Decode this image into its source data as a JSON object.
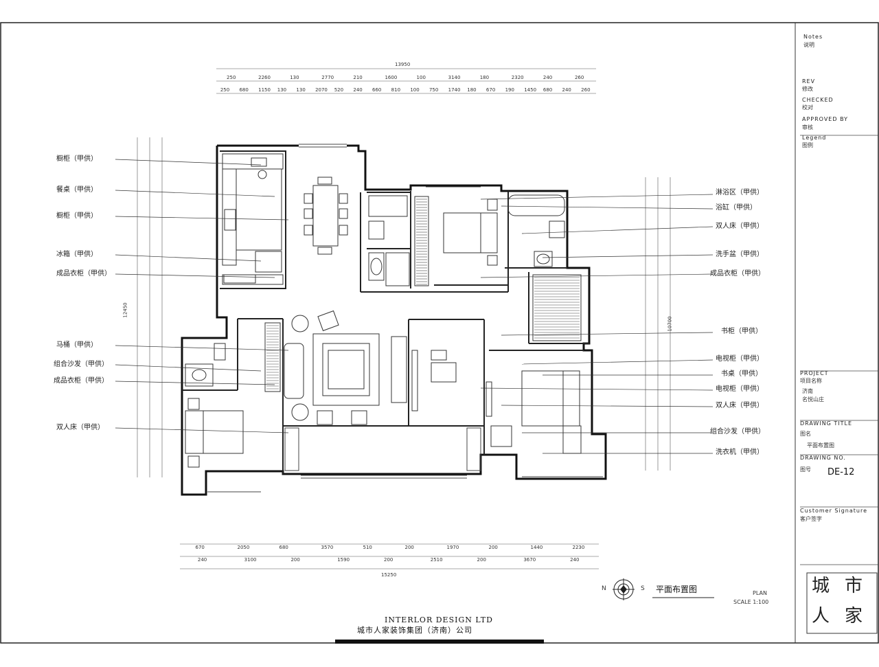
{
  "sheet": {
    "overall_top_dim": "13950",
    "overall_bottom_dim": "15250",
    "overall_left_dim": "12450",
    "overall_right_dim": "10700",
    "top_dims_row1": [
      "250",
      "2260",
      "130",
      "2770",
      "210",
      "1600",
      "100",
      "3140",
      "180",
      "2320",
      "240",
      "260"
    ],
    "top_dims_row2": [
      "250",
      "680",
      "1150",
      "130",
      "130",
      "2070",
      "520",
      "240",
      "660",
      "810",
      "100",
      "750",
      "1740",
      "180",
      "670",
      "190",
      "1450",
      "680",
      "240",
      "260"
    ],
    "bottom_dims_row1": [
      "670",
      "2050",
      "680",
      "3570",
      "510",
      "200",
      "1970",
      "200",
      "1440",
      "2230"
    ],
    "bottom_dims_row2": [
      "240",
      "3100",
      "200",
      "1590",
      "200",
      "2510",
      "200",
      "3670",
      "240"
    ]
  },
  "left_labels": [
    "橱柜（甲供）",
    "餐桌（甲供）",
    "橱柜（甲供）",
    "冰箱（甲供）",
    "成品衣柜（甲供）",
    "马桶（甲供）",
    "组合沙发（甲供）",
    "成品衣柜（甲供）",
    "双人床（甲供）"
  ],
  "right_labels": [
    "淋浴区（甲供）",
    "浴缸（甲供）",
    "双人床（甲供）",
    "洗手盆（甲供）",
    "成品衣柜（甲供）",
    "书柜（甲供）",
    "电视柜（甲供）",
    "书桌（甲供）",
    "电视柜（甲供）",
    "双人床（甲供）",
    "组合沙发（甲供）",
    "洗衣机（甲供）"
  ],
  "title_block": {
    "notes_label": "Notes",
    "notes_cn": "说明",
    "rev_label": "REV",
    "rev_cn": "修改",
    "checked_label": "CHECKED",
    "checked_cn": "校对",
    "approved_label": "APPROVED BY",
    "approved_cn": "审核",
    "legend_label": "Legend",
    "legend_cn": "图例",
    "project_label": "PROJECT",
    "project_cn": "项目名称",
    "project_name_1": "济南",
    "project_name_2": "名悦山庄",
    "drawing_title_label": "DRAWING TITLE",
    "drawing_title_cn": "图名",
    "drawing_title_value": "平面布置图",
    "drawing_no_label": "DRAWING NO.",
    "drawing_no_cn": "图号",
    "drawing_no": "DE-12",
    "customer_signature_label": "Customer Signature",
    "customer_signature_cn": "客户签字"
  },
  "plan_title": "平面布置图",
  "plan_label": "PLAN",
  "scale_label": "SCALE 1:100",
  "compass": {
    "n": "N",
    "s": "S"
  },
  "company_en": "INTERLOR DESIGN LTD",
  "company_cn": "城市人家装饰集团（济南）公司",
  "logo_chars": [
    "城",
    "市",
    "人",
    "家"
  ]
}
